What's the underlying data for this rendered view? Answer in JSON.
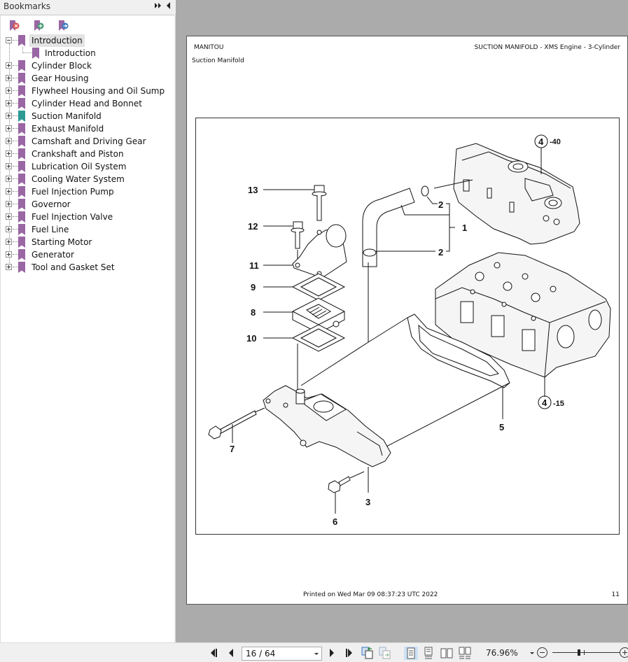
{
  "sidebar": {
    "title": "Bookmarks",
    "header_buttons": [
      {
        "icon": "double-right-arrow-icon",
        "glyph": "▸▸"
      },
      {
        "icon": "collapse-left-icon",
        "glyph": "◀"
      }
    ],
    "toolbar": [
      {
        "icon": "delete-bookmark-icon",
        "badge_color": "#d9534f"
      },
      {
        "icon": "add-bookmark-icon",
        "badge_color": "#4a9a74"
      },
      {
        "icon": "go-to-bookmark-icon",
        "badge_color": "#3c78c3"
      }
    ],
    "bookmarks": [
      {
        "label": "Introduction",
        "expanded": true,
        "selected": true,
        "children": [
          {
            "label": "Introduction"
          }
        ]
      },
      {
        "label": "Cylinder Block"
      },
      {
        "label": "Gear Housing"
      },
      {
        "label": "Flywheel Housing and Oil Sump"
      },
      {
        "label": "Cylinder Head and Bonnet"
      },
      {
        "label": "Suction Manifold",
        "active": true
      },
      {
        "label": "Exhaust Manifold"
      },
      {
        "label": "Camshaft and Driving Gear"
      },
      {
        "label": "Crankshaft and Piston"
      },
      {
        "label": "Lubrication Oil System"
      },
      {
        "label": "Cooling Water System"
      },
      {
        "label": "Fuel Injection Pump"
      },
      {
        "label": "Governor"
      },
      {
        "label": "Fuel Injection Valve"
      },
      {
        "label": "Fuel Line"
      },
      {
        "label": "Starting Motor"
      },
      {
        "label": "Generator"
      },
      {
        "label": "Tool and Gasket Set"
      }
    ]
  },
  "page": {
    "brand": "MANITOU",
    "header_title": "SUCTION MANIFOLD - XMS Engine - 3-Cylinder",
    "section": "Suction Manifold",
    "footer_printed": "Printed on  Wed Mar 09 08:37:23 UTC 2022",
    "page_number": "11",
    "callouts": {
      "c1": "1",
      "c2a": "2",
      "c2b": "2",
      "c3": "3",
      "c4a_circle": "4",
      "c4a_suffix": "-40",
      "c4b_circle": "4",
      "c4b_suffix": "-15",
      "c5": "5",
      "c6": "6",
      "c7": "7",
      "c8": "8",
      "c9": "9",
      "c10": "10",
      "c11": "11",
      "c12": "12",
      "c13": "13"
    }
  },
  "bottombar": {
    "page_field": "16 / 64",
    "zoom": "76.96%",
    "zoom_slider_fraction": 0.4,
    "buttons": [
      "first-page-icon",
      "previous-page-icon",
      "next-page-icon",
      "last-page-icon",
      "previous-view-icon",
      "next-view-icon",
      "single-page-icon",
      "continuous-icon",
      "facing-icon",
      "continuous-facing-icon",
      "zoom-out-icon",
      "zoom-in-icon"
    ]
  }
}
